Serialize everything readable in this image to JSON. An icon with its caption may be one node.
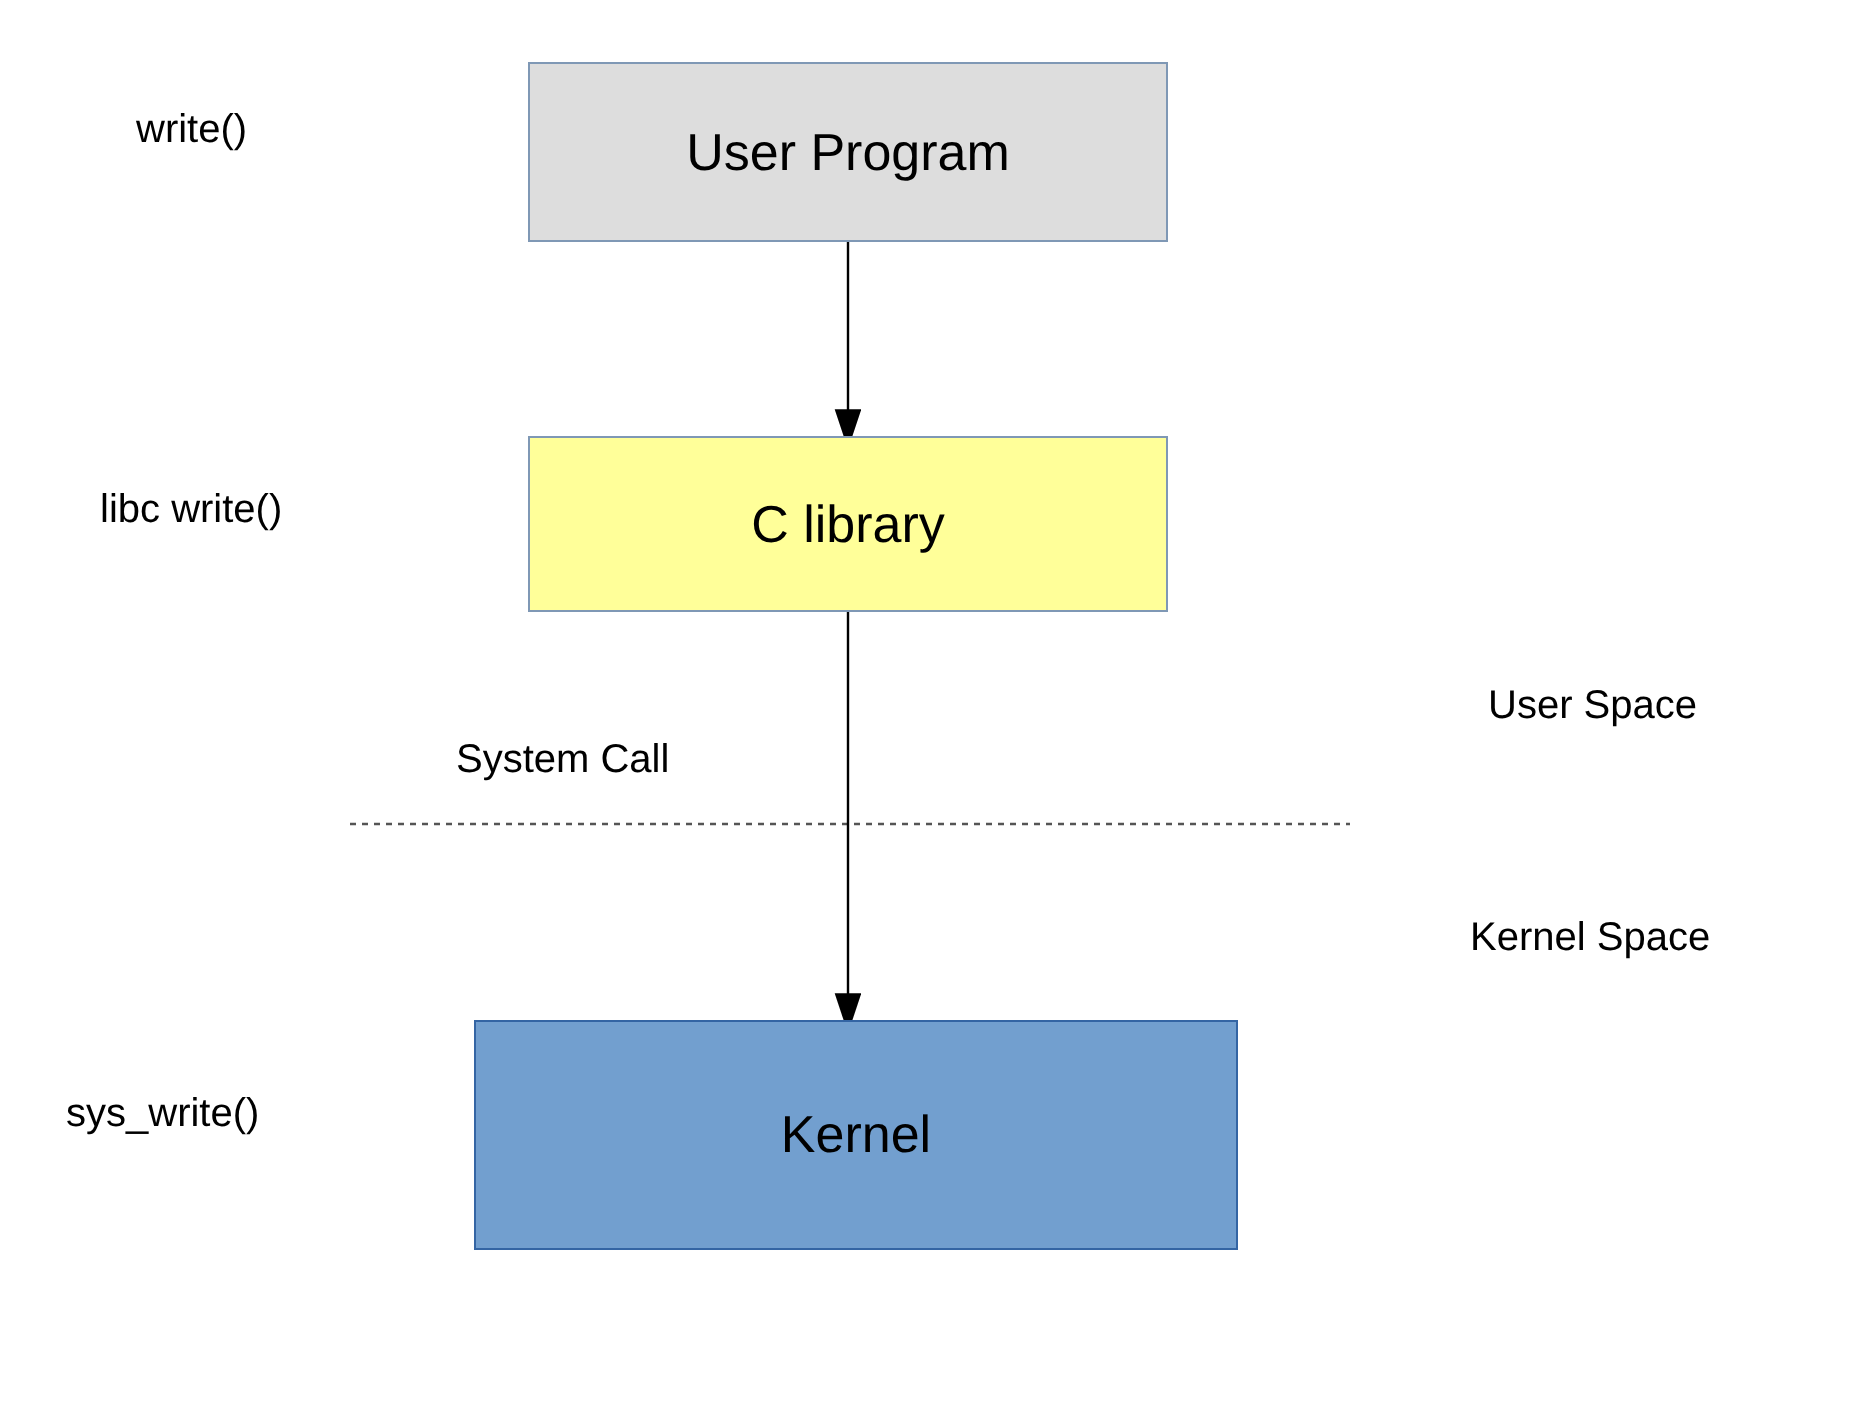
{
  "diagram": {
    "nodes": [
      {
        "text": [
          "User Program"
        ]
      },
      {
        "text": [
          "C library"
        ]
      },
      {
        "text": [
          "Kernel"
        ]
      }
    ],
    "edges": [
      {
        "from": 0,
        "to": 1,
        "arrow": "to"
      },
      {
        "from": 1,
        "to": 2,
        "arrow": "to"
      }
    ],
    "labels": [
      "write()",
      "libc write()",
      "User Space",
      "System Call",
      "Kernel Space",
      "sys_write()"
    ]
  }
}
